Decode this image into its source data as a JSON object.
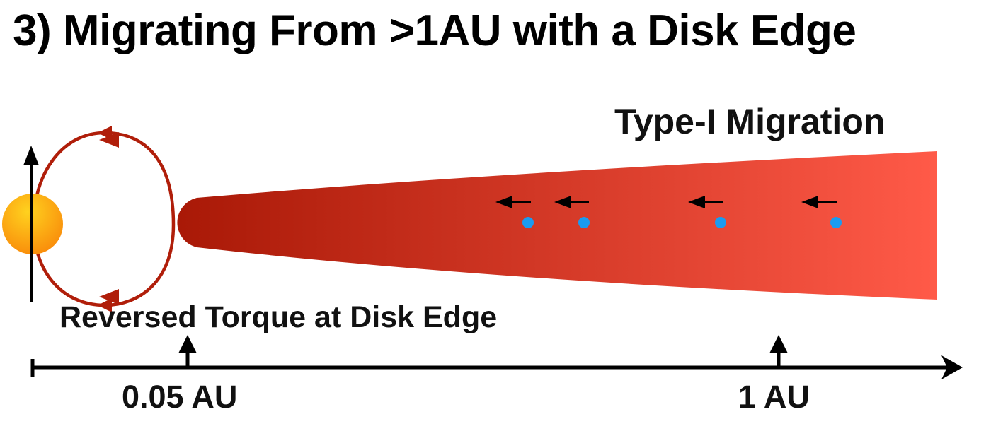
{
  "title": "3) Migrating From >1AU with a Disk Edge",
  "labels": {
    "type1_migration": "Type-I Migration",
    "reversed_torque": "Reversed Torque at Disk Edge"
  },
  "axis": {
    "ticks": [
      "0.05 AU",
      "1 AU"
    ]
  },
  "colors": {
    "disk_inner": "#a81806",
    "disk_outer": "#ff5a48",
    "field_loop": "#b01e0a",
    "planet": "#1a9bf0",
    "star_center": "#ffd21f",
    "star_edge": "#f98a0a"
  },
  "planets": {
    "count": 4,
    "direction": "inward"
  }
}
